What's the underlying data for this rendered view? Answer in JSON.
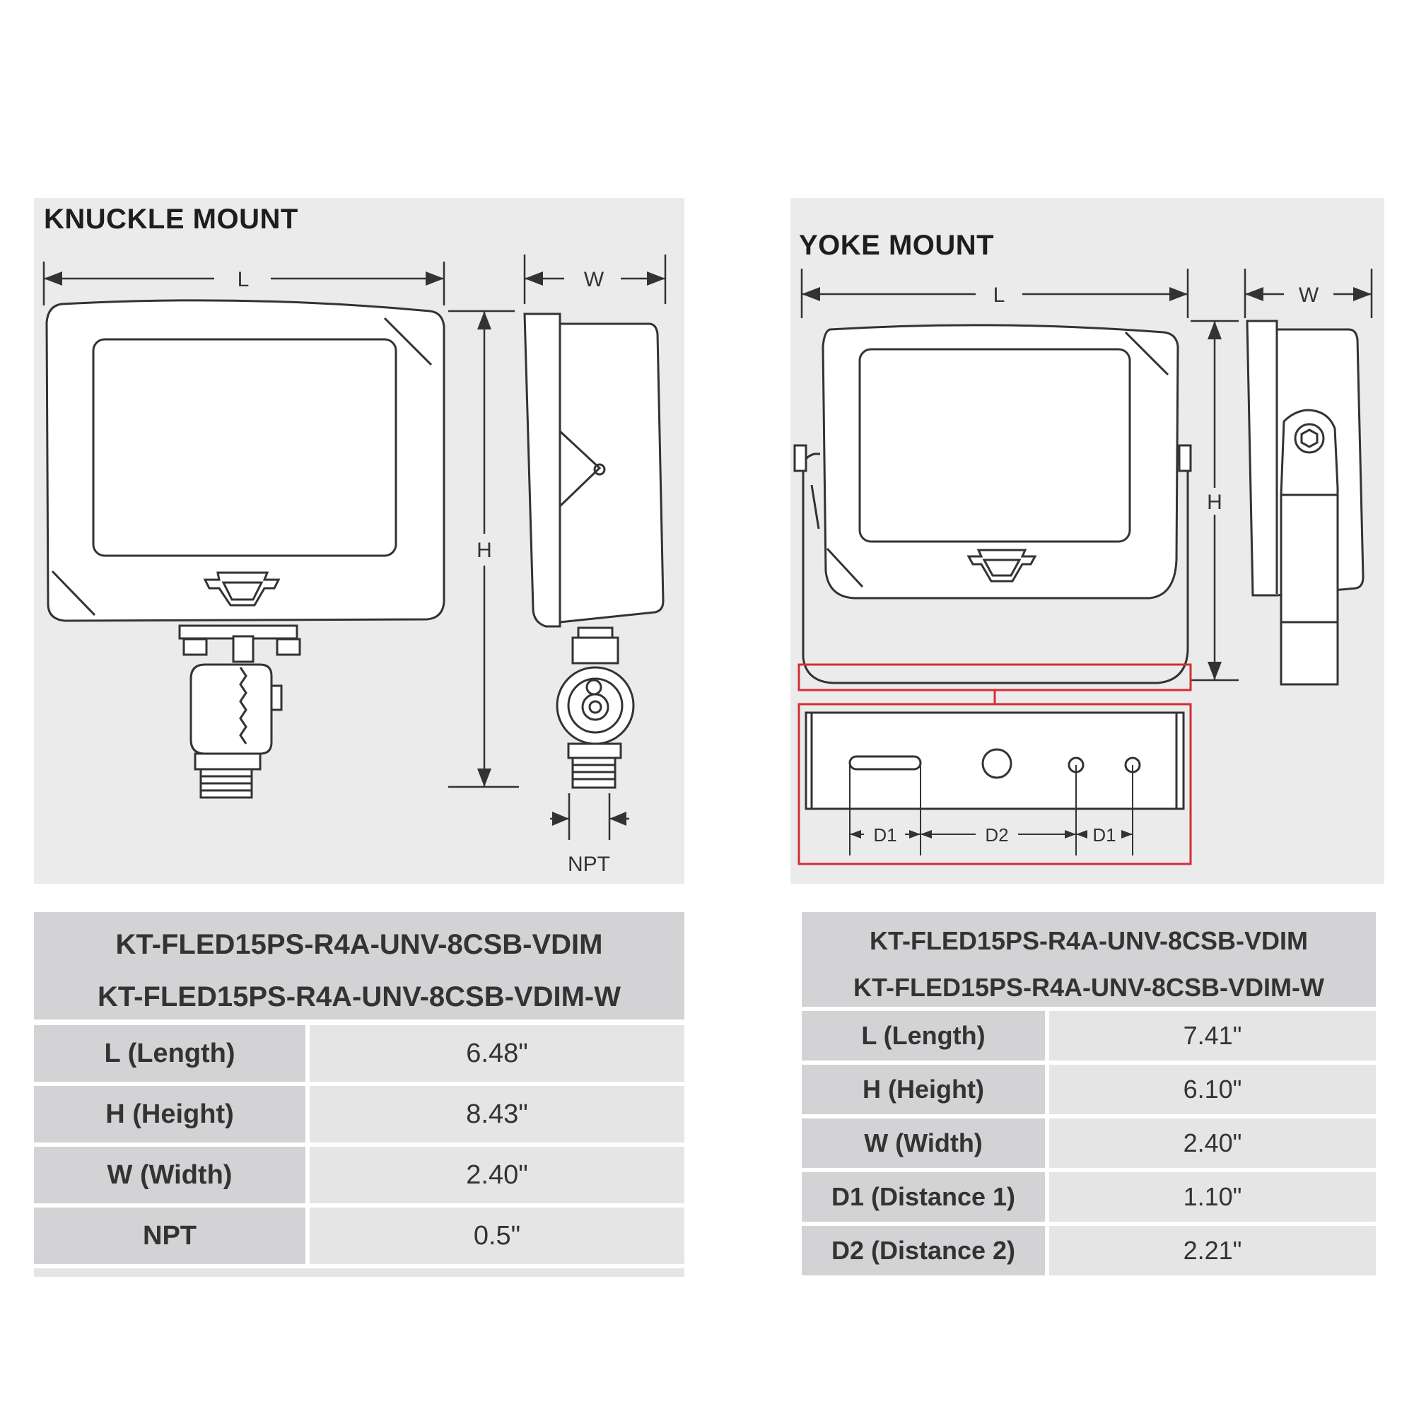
{
  "knuckle": {
    "title": "KNUCKLE MOUNT",
    "dims": {
      "l": "L",
      "w": "W",
      "h": "H",
      "npt": "NPT"
    },
    "table": {
      "model1": "KT-FLED15PS-R4A-UNV-8CSB-VDIM",
      "model2": "KT-FLED15PS-R4A-UNV-8CSB-VDIM-W",
      "rows": [
        {
          "label": "L (Length)",
          "value": "6.48\""
        },
        {
          "label": "H (Height)",
          "value": "8.43\""
        },
        {
          "label": "W (Width)",
          "value": "2.40\""
        },
        {
          "label": "NPT",
          "value": "0.5\""
        }
      ]
    }
  },
  "yoke": {
    "title": "YOKE MOUNT",
    "dims": {
      "l": "L",
      "w": "W",
      "h": "H",
      "d1": "D1",
      "d2": "D2"
    },
    "table": {
      "model1": "KT-FLED15PS-R4A-UNV-8CSB-VDIM",
      "model2": "KT-FLED15PS-R4A-UNV-8CSB-VDIM-W",
      "rows": [
        {
          "label": "L (Length)",
          "value": "7.41\""
        },
        {
          "label": "H (Height)",
          "value": "6.10\""
        },
        {
          "label": "W (Width)",
          "value": "2.40\""
        },
        {
          "label": "D1 (Distance 1)",
          "value": "1.10\""
        },
        {
          "label": "D2 (Distance 2)",
          "value": "2.21\""
        }
      ]
    }
  },
  "colors": {
    "panel": "#ebebeb",
    "header": "#d3d3d5",
    "cell": "#e5e5e6",
    "line": "#333333",
    "highlight": "#d42d35"
  }
}
